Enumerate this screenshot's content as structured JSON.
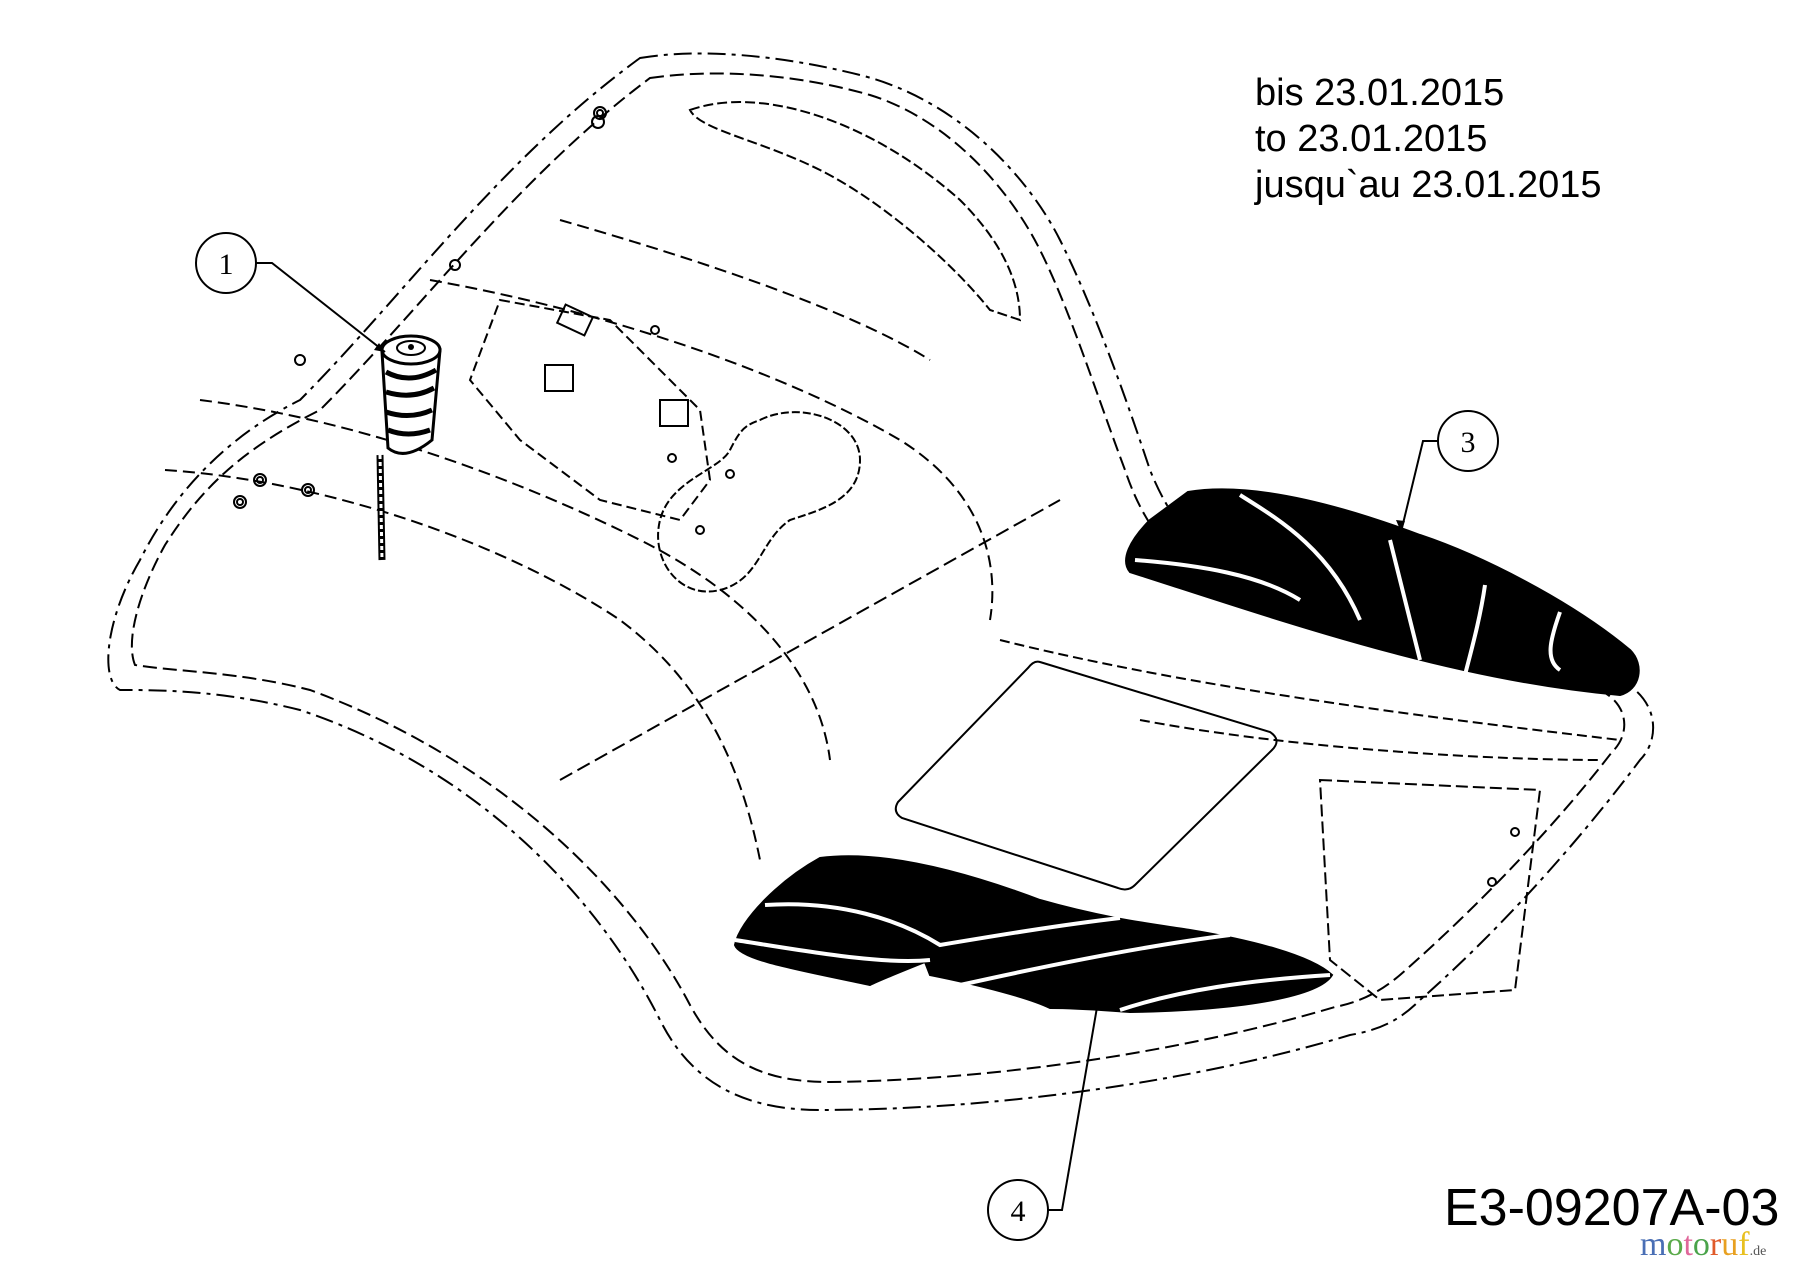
{
  "validity_note": {
    "lines": [
      "bis 23.01.2015",
      "to 23.01.2015",
      "jusqu`au 23.01.2015"
    ]
  },
  "drawing_id": "E3-09207A-03",
  "watermark": {
    "letters": [
      "m",
      "o",
      "t",
      "o",
      "r",
      "u",
      "f"
    ],
    "colors": [
      "#4a6fb5",
      "#4a6fb5",
      "#5aaa4a",
      "#e0679a",
      "#4aa34a",
      "#e05a2a",
      "#e8a020",
      "#e8c020"
    ],
    "tld": ".de"
  },
  "callouts": [
    {
      "number": "1",
      "part": "shift-knob"
    },
    {
      "number": "3",
      "part": "right-foot-mat"
    },
    {
      "number": "4",
      "part": "left-foot-mat"
    }
  ],
  "colors": {
    "line": "#000000",
    "background": "#ffffff",
    "mat_fill": "#000000"
  }
}
